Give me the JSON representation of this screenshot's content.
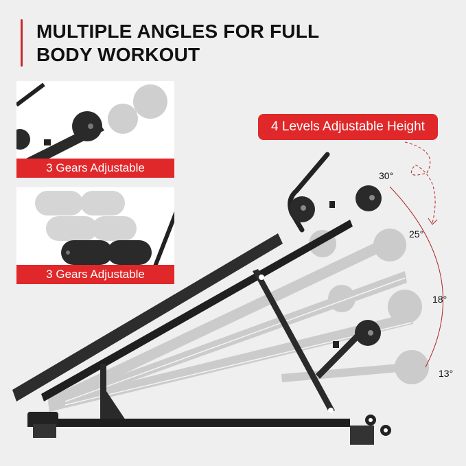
{
  "header": {
    "title_line1": "MULTIPLE ANGLES FOR FULL",
    "title_line2": "BODY WORKOUT",
    "accent_color": "#c8282b"
  },
  "panels": [
    {
      "label": "3 Gears Adjustable",
      "depicts": "backrest-roller-pads"
    },
    {
      "label": "3 Gears Adjustable",
      "depicts": "leg-foam-rollers"
    }
  ],
  "height_badge": {
    "label": "4 Levels Adjustable Height",
    "color": "#e0282a"
  },
  "angles": [
    {
      "label": "30°"
    },
    {
      "label": "25°"
    },
    {
      "label": "18°"
    },
    {
      "label": "13°"
    }
  ]
}
